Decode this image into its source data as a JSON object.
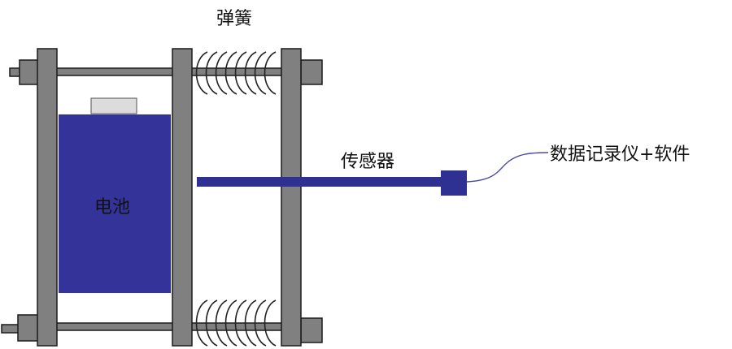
{
  "labels": {
    "spring": "弹簧",
    "battery": "电池",
    "sensor": "传感器",
    "logger": "数据记录仪+软件"
  },
  "colors": {
    "battery_fill": "#333399",
    "sensor_blue": "#2e3192",
    "plate_gray": "#808080",
    "plate_outline": "#1a1a1a",
    "cable": "#4b4b9a",
    "background": "#ffffff"
  }
}
